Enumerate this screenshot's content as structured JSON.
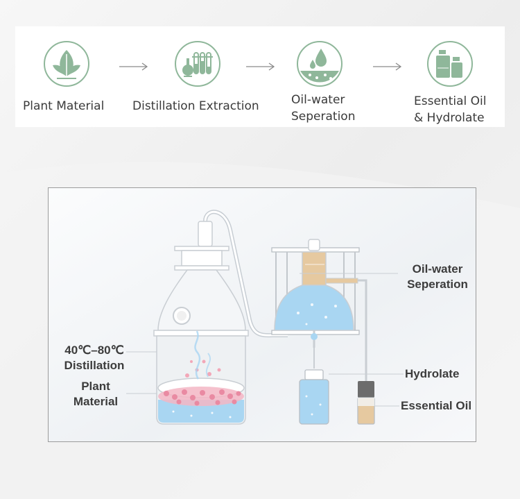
{
  "process_steps": [
    {
      "label": "Plant Material",
      "icon": "leaf-icon"
    },
    {
      "label": "Distillation Extraction",
      "icon": "lab-glassware-icon"
    },
    {
      "label_lines": [
        "Oil-water",
        "Seperation"
      ],
      "icon": "droplets-icon"
    },
    {
      "label_lines": [
        "Essential Oil",
        "& Hydrolate"
      ],
      "icon": "bottles-icon"
    }
  ],
  "apparatus": {
    "temperature_label": "40℃–80℃",
    "distillation_label": "Distillation",
    "plant_label_lines": [
      "Plant",
      "Material"
    ],
    "separation_label_lines": [
      "Oil-water",
      "Seperation"
    ],
    "hydrolate_label": "Hydrolate",
    "essential_oil_label": "Essential Oil"
  },
  "colors": {
    "icon_green": "#8fb79a",
    "water_blue": "#a9d6f2",
    "oil_tan": "#e6c9a0",
    "petal_pink": "#f2a7b8",
    "text": "#3c3c3c"
  }
}
